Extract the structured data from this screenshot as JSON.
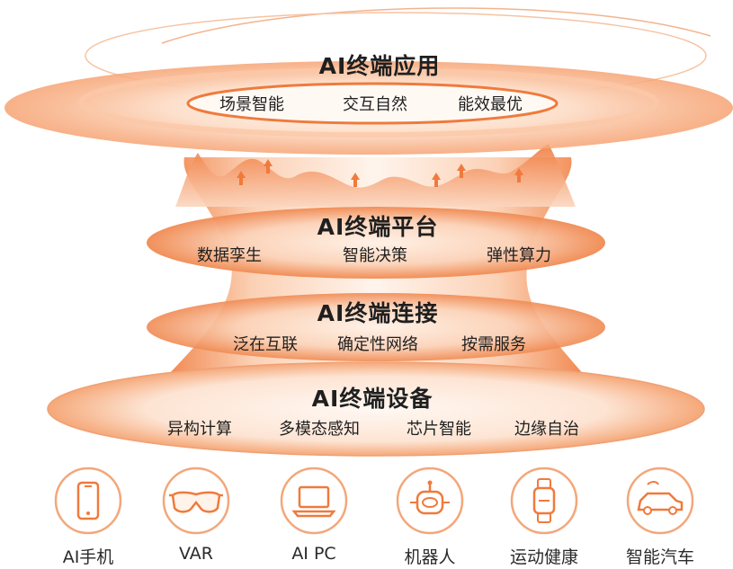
{
  "colors": {
    "accent": "#f07a3c",
    "accent_light": "#fbd3b9",
    "text": "#1f1f1f"
  },
  "layers": {
    "application": {
      "title": "AI终端应用",
      "features": [
        "场景智能",
        "交互自然",
        "能效最优"
      ]
    },
    "platform": {
      "title": "AI终端平台",
      "features": [
        "数据孪生",
        "智能决策",
        "弹性算力"
      ]
    },
    "connection": {
      "title": "AI终端连接",
      "features": [
        "泛在互联",
        "确定性网络",
        "按需服务"
      ]
    },
    "devices": {
      "title": "AI终端设备",
      "features": [
        "异构计算",
        "多模态感知",
        "芯片智能",
        "边缘自治"
      ]
    }
  },
  "device_types": [
    {
      "label": "AI手机",
      "icon": "phone-icon"
    },
    {
      "label": "VAR",
      "icon": "vr-glasses-icon"
    },
    {
      "label": "AI PC",
      "icon": "laptop-icon"
    },
    {
      "label": "机器人",
      "icon": "robot-icon"
    },
    {
      "label": "运动健康",
      "icon": "smartwatch-icon"
    },
    {
      "label": "智能汽车",
      "icon": "car-icon"
    }
  ]
}
